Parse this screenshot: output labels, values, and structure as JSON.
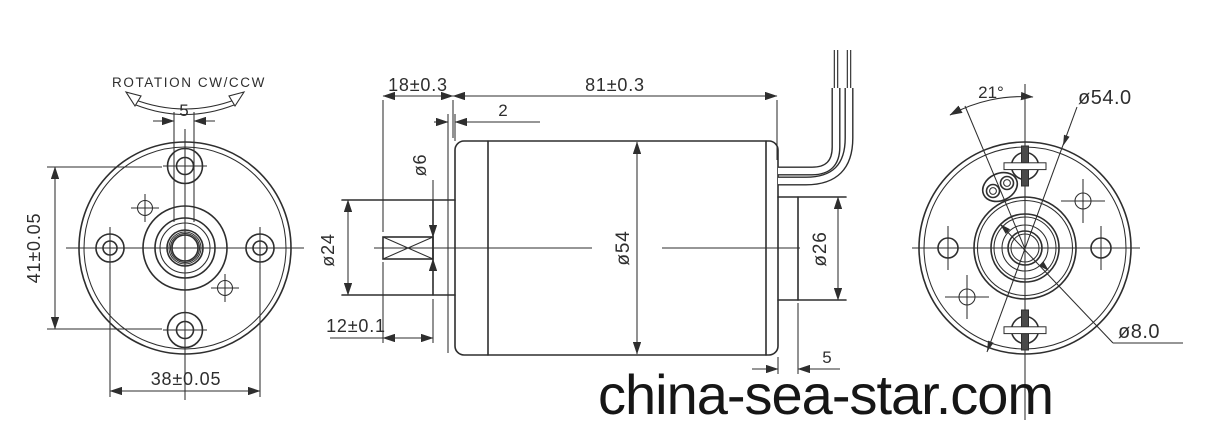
{
  "front_view": {
    "rotation_label": "ROTATION CW/CCW",
    "slot_width": "5",
    "vertical_hole_spacing": "41±0.05",
    "horizontal_hole_spacing": "38±0.05"
  },
  "side_view": {
    "front_length": "18±0.3",
    "body_length": "81±0.3",
    "lip_width": "2",
    "shaft_diameter": "ø6",
    "boss_diameter": "ø24",
    "shaft_length": "12±0.1",
    "body_diameter": "ø54",
    "rear_hub_diameter": "ø26",
    "rear_hub_length": "5"
  },
  "rear_view": {
    "wire_exit_angle": "21°",
    "outer_diameter": "ø54.0",
    "center_bore_diameter": "ø8.0"
  },
  "watermark": {
    "text": "china-sea-star.com"
  },
  "colors": {
    "line": "#2e2e2e",
    "background": "#ffffff"
  }
}
